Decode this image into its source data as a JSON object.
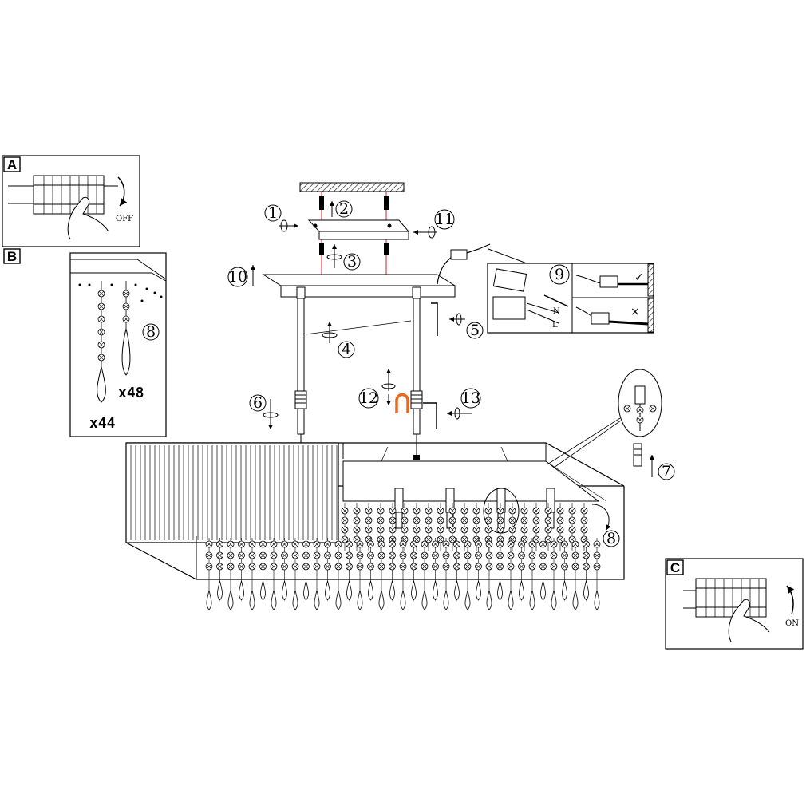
{
  "panels": {
    "a": {
      "tag": "A",
      "switch_state": "OFF"
    },
    "b": {
      "tag": "B",
      "step": "8",
      "count_short": "x48",
      "count_long": "x44"
    },
    "c": {
      "tag": "C",
      "switch_state": "ON"
    }
  },
  "steps": {
    "s1": "1",
    "s2": "2",
    "s3": "3",
    "s4": "4",
    "s5": "5",
    "s6": "6",
    "s7": "7",
    "s8": "8",
    "s9": "9",
    "s10": "10",
    "s11": "11",
    "s12": "12",
    "s13": "13"
  },
  "wiring": {
    "n_label": "N",
    "l_label": "L",
    "correct_mark": "✓",
    "wrong_mark": "×"
  },
  "colors": {
    "line": "#000000",
    "hook": "#e8691c",
    "rod_wire": "#d0202a",
    "ceiling": "#8c8c8c"
  }
}
